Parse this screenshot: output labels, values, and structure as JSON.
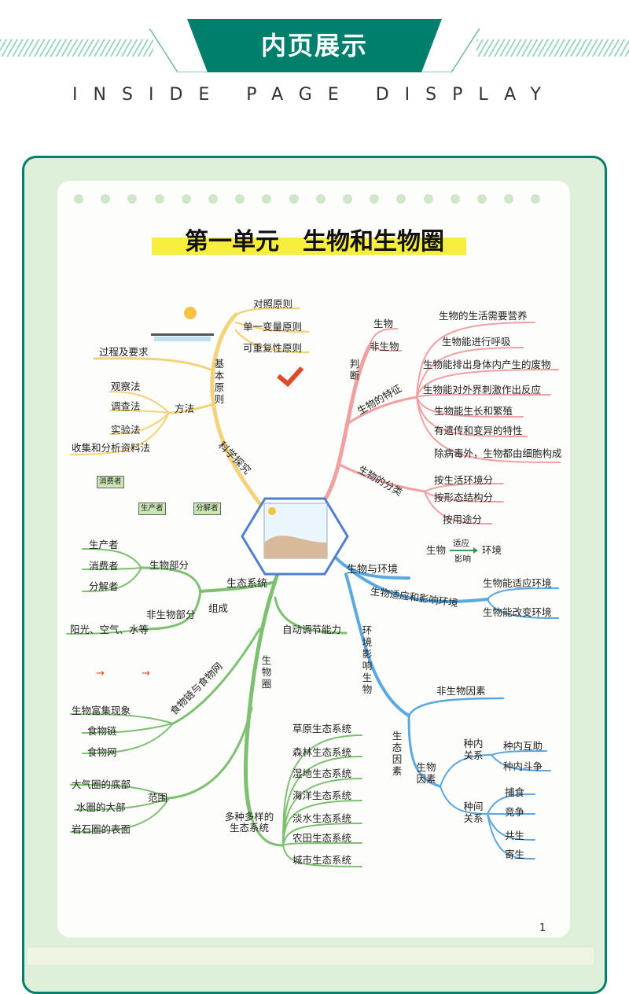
{
  "header": {
    "title": "内页展示",
    "subtitle": "INSIDE PAGE DISPLAY"
  },
  "page": {
    "title": "第一单元　生物和生物圈",
    "page_number": "1"
  },
  "colors": {
    "accent": "#007f6c",
    "frame_bg": "#dff0da",
    "yellow_branch": "#f4d27a",
    "red_branch": "#f0a0a0",
    "green_branch": "#7cc070",
    "blue_branch": "#5aa8e0"
  },
  "science": {
    "branch": "科学探究",
    "principles_label": "基本原则",
    "principles": [
      "对照原则",
      "单一变量原则",
      "可重复性原则"
    ],
    "process": "过程及要求",
    "methods_label": "方法",
    "methods": [
      "观察法",
      "调查法",
      "实验法",
      "收集和分析资料法"
    ]
  },
  "judge": {
    "label": "判断",
    "items": [
      "生物",
      "非生物"
    ],
    "features_label": "生物的特征",
    "features": [
      "生物的生活需要营养",
      "生物能进行呼吸",
      "生物能排出身体内产生的废物",
      "生物能对外界刺激作出反应",
      "生物能生长和繁殖",
      "有遗传和变异的特性",
      "除病毒外，生物都由细胞构成"
    ],
    "classify_label": "生物的分类",
    "classify": [
      "按生活环境分",
      "按形态结构分",
      "按用途分"
    ]
  },
  "env": {
    "label": "生物与环境",
    "bio": "生物",
    "adapt": "适应",
    "affect": "影响",
    "environment": "环境",
    "branch": "生物适应和影响环境",
    "items": [
      "生物能适应环境",
      "生物能改变环境"
    ],
    "influence_label": "环境影响生物",
    "abiotic": "非生物因素",
    "factors_label": "生态因素",
    "bio_factors": "生物因素",
    "intra": "种内关系",
    "intra_items": [
      "种内互助",
      "种内斗争"
    ],
    "inter": "种间关系",
    "inter_items": [
      "捕食",
      "竞争",
      "共生",
      "寄生"
    ]
  },
  "eco": {
    "label": "生态系统",
    "compose": "组成",
    "bio_part": "生物部分",
    "bio_items": [
      "生产者",
      "消费者",
      "分解者"
    ],
    "abio_part": "非生物部分",
    "abio_items": "阳光、空气、水等",
    "self_adjust": "自动调节能力",
    "food": "食物链与食物网",
    "food_items": [
      "生物富集现象",
      "食物链",
      "食物网"
    ],
    "biosphere": "生物圈",
    "range_label": "范围",
    "range": [
      "大气圈的底部",
      "水圈的大部",
      "岩石圈的表面"
    ],
    "diverse": "多种多样的生态系统",
    "types": [
      "草原生态系统",
      "森林生态系统",
      "湿地生态系统",
      "海洋生态系统",
      "淡水生态系统",
      "农田生态系统",
      "城市生态系统"
    ],
    "consumer_tag": "消费者",
    "producer_tag": "生产者",
    "decomposer_tag": "分解者"
  }
}
